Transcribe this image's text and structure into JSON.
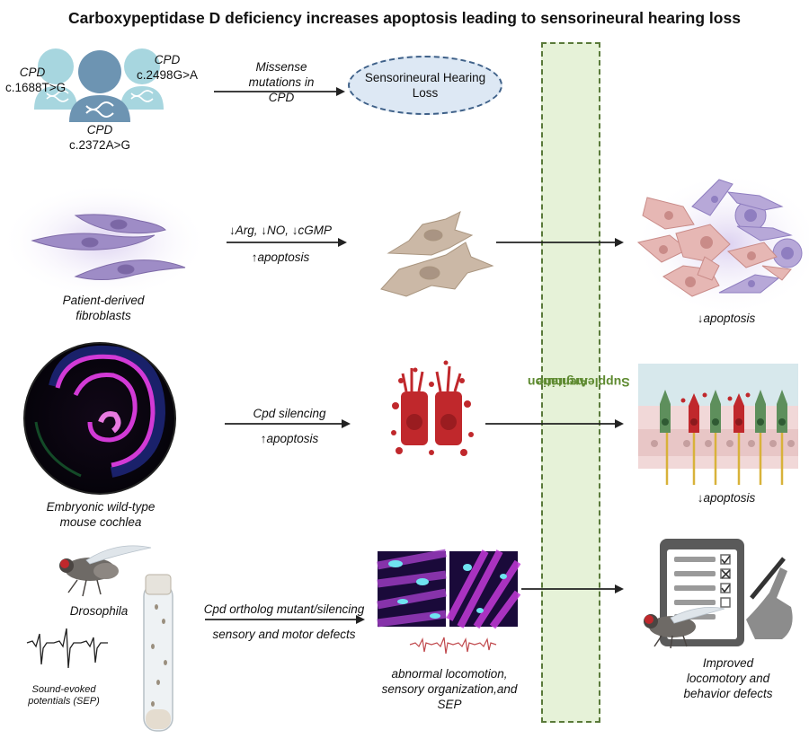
{
  "title": "Carboxypeptidase D deficiency increases apoptosis leading to sensorineural hearing loss",
  "band_label_line1": "Arginine",
  "band_label_line2": "Supplementation",
  "row1": {
    "person_left_gene": "CPD",
    "person_left_variant": "c.1688T>G",
    "person_right_gene": "CPD",
    "person_right_variant": "c.2498G>A",
    "person_center_gene": "CPD",
    "person_center_variant": "c.2372A>G",
    "arrow_label_line1": "Missense",
    "arrow_label_line2": "mutations in",
    "arrow_label_line3": "CPD",
    "outcome_line1": "Sensorineural Hearing",
    "outcome_line2": "Loss"
  },
  "row2": {
    "caption_line1": "Patient-derived",
    "caption_line2": "fibroblasts",
    "arrow_label_top": "↓Arg, ↓NO, ↓cGMP",
    "arrow_label_bottom": "↑apoptosis",
    "result_label": "↓apoptosis"
  },
  "row3": {
    "caption_line1": "Embryonic wild-type",
    "caption_line2": "mouse cochlea",
    "arrow_label_top": "Cpd silencing",
    "arrow_label_bottom": "↑apoptosis",
    "result_label": "↓apoptosis"
  },
  "row4": {
    "organism_label": "Drosophila",
    "sep_line1": "Sound-evoked",
    "sep_line2": "potentials (SEP)",
    "arrow_label_top": "Cpd ortholog mutant/silencing",
    "arrow_label_bottom": "sensory and motor defects",
    "middle_caption_line1": "abnormal locomotion,",
    "middle_caption_line2": "sensory organization,and",
    "middle_caption_line3": "SEP",
    "result_line1": "Improved",
    "result_line2": "locomotory and",
    "result_line3": "behavior defects"
  },
  "colors": {
    "band_fill": "#e6f2d8",
    "band_border": "#5a7a3a",
    "band_text": "#5e8a30",
    "oval_fill": "#dde8f4",
    "oval_border": "#3e6088",
    "person_light": "#a7d6df",
    "person_dark": "#6d94b2",
    "fibroblast_purple": "#9e8cc6",
    "fibroblast_tan": "#cbb8a6",
    "apoptotic_red": "#c0282c",
    "hair_cell_green": "#5e8f5c",
    "cochlea_magenta": "#d23ad6"
  }
}
